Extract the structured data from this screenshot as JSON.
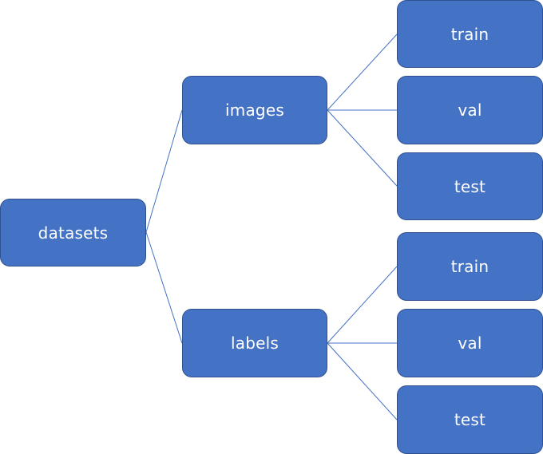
{
  "colors": {
    "node_fill": "#4472c4",
    "node_border": "#2f528f",
    "node_text": "#ffffff",
    "connector": "#4472c4"
  },
  "tree": {
    "root": {
      "label": "datasets"
    },
    "images": {
      "label": "images",
      "children": [
        {
          "label": "train"
        },
        {
          "label": "val"
        },
        {
          "label": "test"
        }
      ]
    },
    "labels": {
      "label": "labels",
      "children": [
        {
          "label": "train"
        },
        {
          "label": "val"
        },
        {
          "label": "test"
        }
      ]
    }
  }
}
